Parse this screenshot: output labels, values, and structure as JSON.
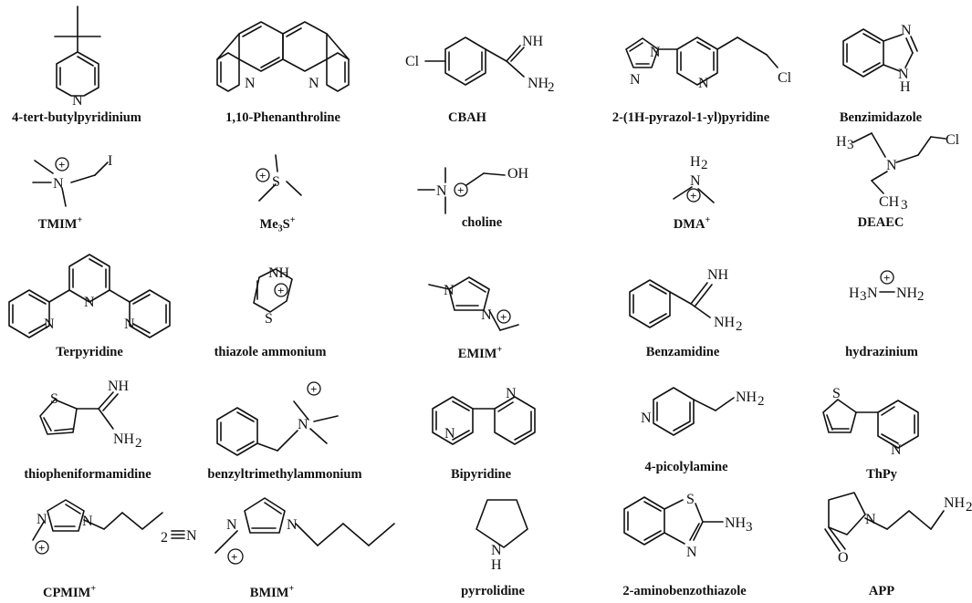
{
  "molecules": [
    {
      "label": "4-tert-butylpyridinium"
    },
    {
      "label": "1,10-Phenanthroline"
    },
    {
      "label": "CBAH"
    },
    {
      "label": "2-(1H-pyrazol-1-yl)pyridine"
    },
    {
      "label": "Benzimidazole"
    },
    {
      "label": "TMIM",
      "sup": "+"
    },
    {
      "label": "Me",
      "sub": "3",
      "label2": "S",
      "sup": "+"
    },
    {
      "label": "choline"
    },
    {
      "label": "DMA",
      "sup": "+"
    },
    {
      "label": "DEAEC"
    },
    {
      "label": "Terpyridine"
    },
    {
      "label": "thiazole ammonium"
    },
    {
      "label": "EMIM",
      "sup": "+"
    },
    {
      "label": "Benzamidine"
    },
    {
      "label": "hydrazinium"
    },
    {
      "label": "thiopheniformamidine"
    },
    {
      "label": "benzyltrimethylammonium"
    },
    {
      "label": "Bipyridine"
    },
    {
      "label": "4-picolylamine"
    },
    {
      "label": "ThPy"
    },
    {
      "label": "CPMIM",
      "sup": "+"
    },
    {
      "label": "BMIM",
      "sup": "+"
    },
    {
      "label": "pyrrolidine"
    },
    {
      "label": "2-aminobenzothiazole"
    },
    {
      "label": "APP"
    }
  ],
  "atoms": {
    "N": "N",
    "H": "H",
    "NH": "NH",
    "NH2": "NH",
    "two": "2",
    "three": "3",
    "Cl": "Cl",
    "I": "I",
    "S": "S",
    "OH": "OH",
    "O": "O",
    "H2": "H",
    "H3N": "H",
    "CH3": "CH",
    "NH3": "NH",
    "plus": "+"
  }
}
